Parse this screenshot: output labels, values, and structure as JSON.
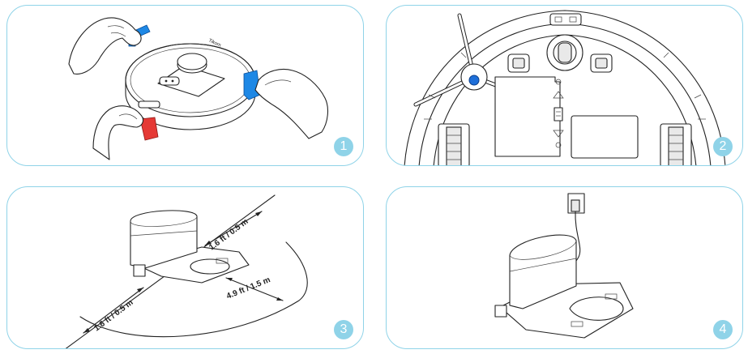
{
  "steps": [
    {
      "number": "1"
    },
    {
      "number": "2"
    },
    {
      "number": "3"
    },
    {
      "number": "4"
    }
  ],
  "robot_brand": "Tikom",
  "clearance": {
    "left": "1.6 ft / 0.5 m",
    "right": "1.6 ft / 0.5 m",
    "front": "4.9 ft / 1.5 m"
  },
  "colors": {
    "panel_border": "#8fd3e8",
    "badge": "#8fd3e8",
    "foam_tape_blue": "#1e88e5",
    "foam_tape_red": "#e53935",
    "brush_hub": "#1e6fd9"
  },
  "icons": [
    "hand-icon",
    "brush-icon",
    "power-cord-icon"
  ]
}
